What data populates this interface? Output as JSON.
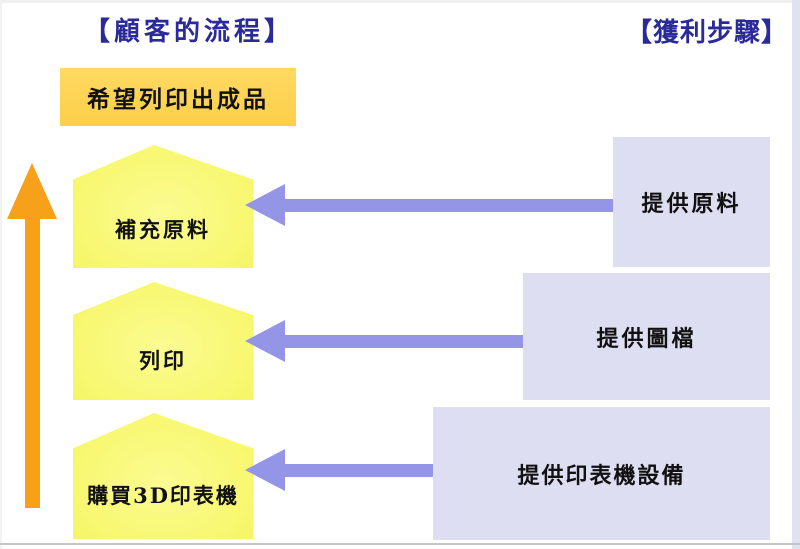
{
  "titles": {
    "customer_flow": "【顧客的流程】",
    "profit_steps": "【獲利步驟】"
  },
  "goal": {
    "label": "希望列印出成品"
  },
  "customer_steps": [
    {
      "label": "補充原料"
    },
    {
      "label": "列印"
    },
    {
      "label": "購買3D印表機"
    }
  ],
  "profit_steps": [
    {
      "label": "提供原料"
    },
    {
      "label": "提供圖檔"
    },
    {
      "label": "提供印表機設備"
    }
  ],
  "icons": {
    "up_arrow": "upward-flow-arrow",
    "link_arrow": "left-pointing-arrow"
  },
  "colors": {
    "title_text": "#2a2a9b",
    "goal_box": "#fdd052",
    "step_pentagon": "#f8f876",
    "profit_box": "#dedef2",
    "flow_arrow": "#f7a11b",
    "link_arrow": "#9595e8",
    "label_text": "#111111",
    "bottom_rule": "#c6c6c6",
    "background": "#ffffff"
  }
}
